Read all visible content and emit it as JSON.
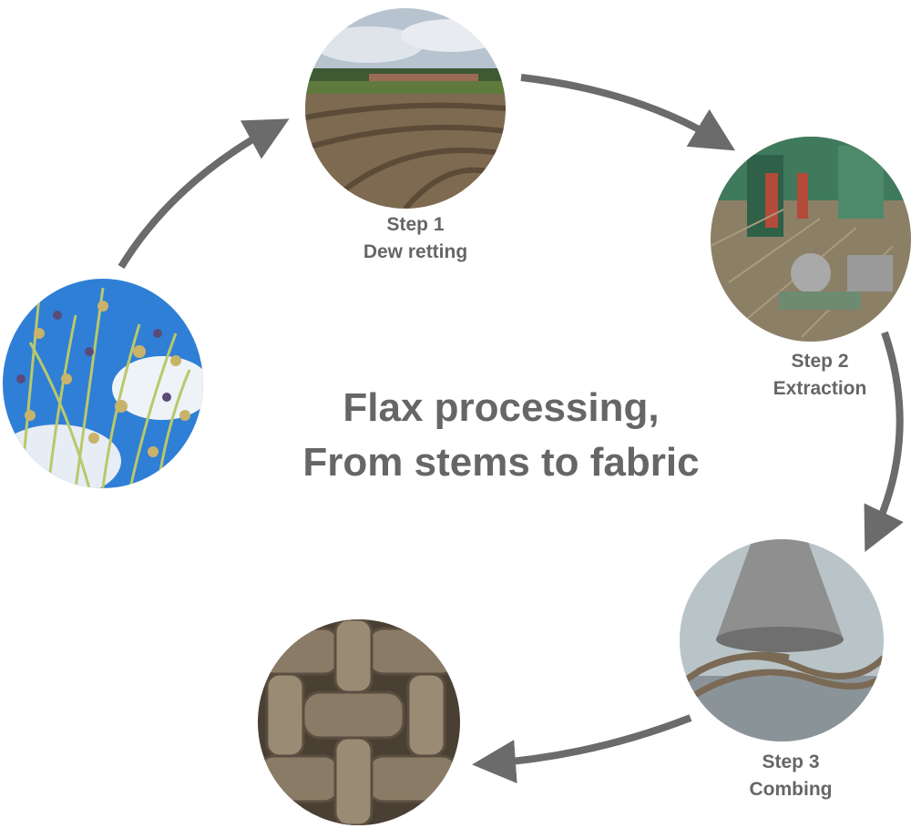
{
  "title": {
    "line1": "Flax processing,",
    "line2": "From stems to fabric"
  },
  "steps": [
    {
      "step": "Step 1",
      "name": "Dew retting",
      "icon": "field-photo"
    },
    {
      "step": "Step 2",
      "name": "Extraction",
      "icon": "machine-photo"
    },
    {
      "step": "Step 3",
      "name": "Combing",
      "icon": "combing-photo"
    }
  ],
  "start_icon": "flax-plant-photo",
  "end_icon": "woven-fabric-photo",
  "colors": {
    "arrow": "#6b6b6b",
    "text": "#666666",
    "sky": "#2f7fd6",
    "soil": "#7d6a50",
    "fiber": "#7a6a55",
    "metal": "#8f8f8f",
    "machine_green": "#3f7a5c"
  }
}
